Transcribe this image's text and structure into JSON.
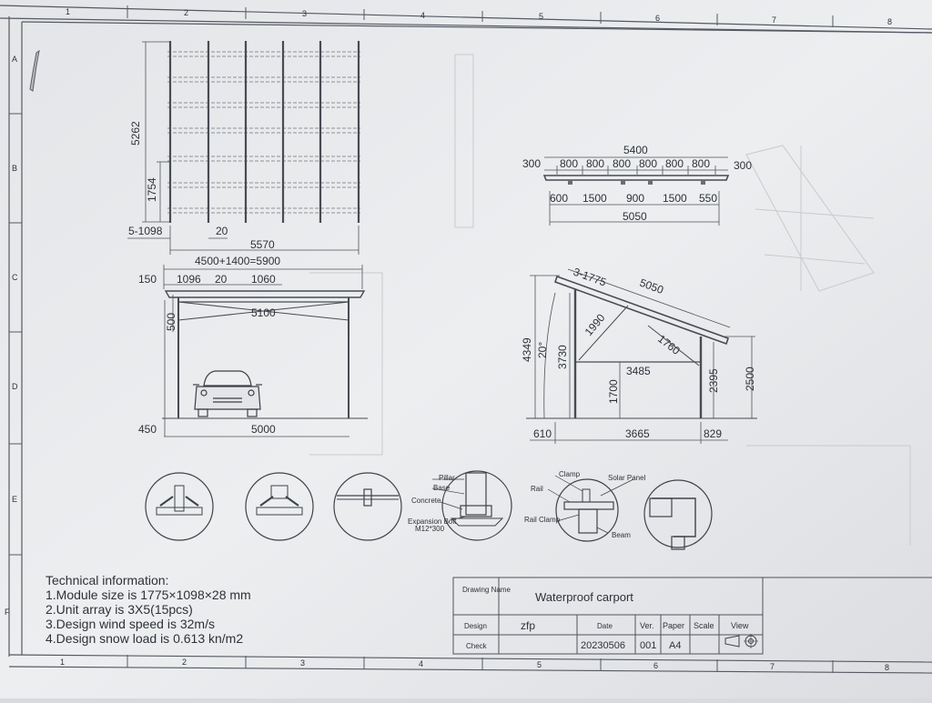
{
  "grid": {
    "columns": [
      "1",
      "2",
      "3",
      "4",
      "5",
      "6",
      "7",
      "8"
    ],
    "rows": [
      "A",
      "B",
      "C",
      "D",
      "E",
      "F"
    ]
  },
  "plan_view": {
    "height_total": "5262",
    "height_part": "1754",
    "span_label": "5-1098",
    "gap": "20",
    "width_total": "5570"
  },
  "side_view": {
    "overall": "4500+1400=5900",
    "overhang": "150",
    "module": "1096",
    "gap": "20",
    "spacing": "1060",
    "beam": "5100",
    "height": "500",
    "base_offset": "450",
    "post_span": "5000"
  },
  "front_view": {
    "total_top": "5400",
    "edge_left": "300",
    "edge_right": "300",
    "segments": [
      "800",
      "800",
      "800",
      "800",
      "800",
      "800"
    ],
    "bottom_segments": [
      "600",
      "1500",
      "900",
      "1500",
      "550"
    ],
    "total_bottom": "5050"
  },
  "section_view": {
    "panel_count": "3-1775",
    "rail_length": "5050",
    "brace_a": "1990",
    "brace_b": "1760",
    "beam_span": "3485",
    "overall_height": "4349",
    "angle": "20°",
    "front_post": "3730",
    "brace_height": "1700",
    "rear_post": "2395",
    "rear_height": "2500",
    "left_offset": "610",
    "base_span": "3665",
    "right_offset": "829"
  },
  "details": {
    "pillar": "Pillar",
    "base": "Base",
    "concrete": "Concrete",
    "expansion_bolt": "Expansion Bolt",
    "bolt_size": "M12*300",
    "clamp": "Clamp",
    "solar_panel": "Solar Panel",
    "rail": "Rail",
    "rail_clamp": "Rail Clamp",
    "beam": "Beam"
  },
  "technical_info": {
    "heading": "Technical information:",
    "lines": [
      "1.Module size is 1775×1098×28 mm",
      "2.Unit array is 3X5(15pcs)",
      "3.Design wind speed is 32m/s",
      "4.Design snow load is  0.613 kn/m2"
    ]
  },
  "title_block": {
    "drawing_name_label": "Drawing Name",
    "drawing_name_value": "Waterproof carport",
    "design_label": "Design",
    "design_value": "zfp",
    "date_label": "Date",
    "date_value": "20230506",
    "ver_label": "Ver.",
    "ver_value": "001",
    "paper_label": "Paper",
    "paper_value": "A4",
    "scale_label": "Scale",
    "view_label": "View",
    "check_label": "Check"
  }
}
